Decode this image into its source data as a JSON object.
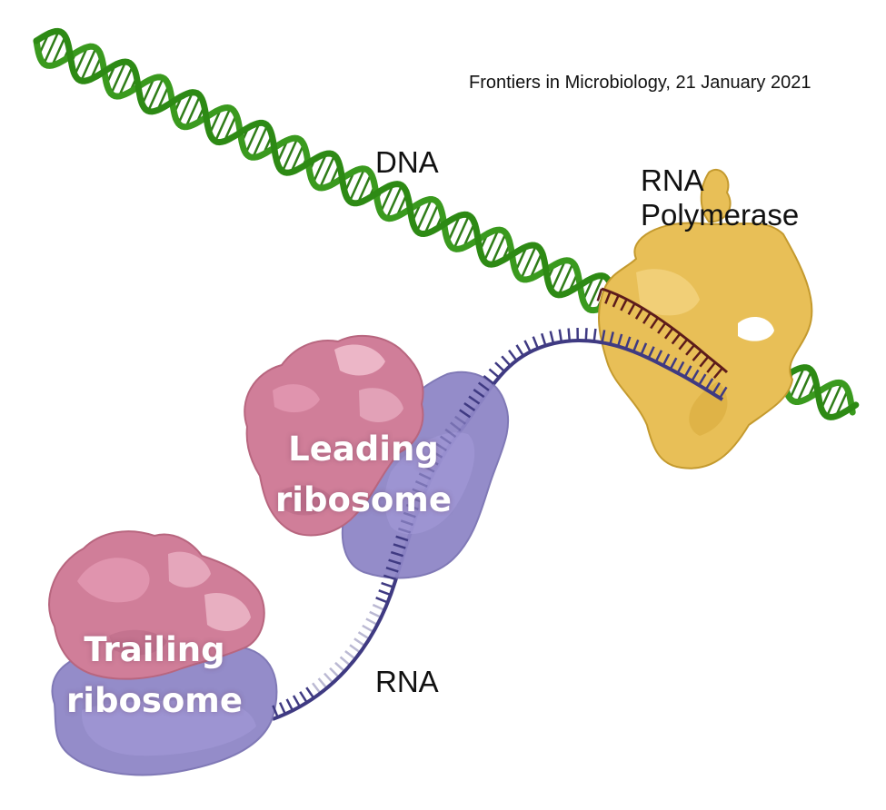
{
  "figure": {
    "source_caption": "Frontiers in Microbiology, 21 January 2021",
    "labels": {
      "dna": "DNA",
      "rna_polymerase_line1": "RNA",
      "rna_polymerase_line2": "Polymerase",
      "rna": "RNA",
      "leading_ribosome_line1": "Leading",
      "leading_ribosome_line2": "ribosome",
      "trailing_ribosome_line1": "Trailing",
      "trailing_ribosome_line2": "ribosome"
    },
    "colors": {
      "dna": "#3a9a1e",
      "rna": "#3f3a82",
      "polymerase": "#e8bf57",
      "ribosome_large_subunit": "#d07e99",
      "ribosome_small_subunit": "#8f86c7",
      "nascent_rna": "#5c1b1b"
    }
  }
}
